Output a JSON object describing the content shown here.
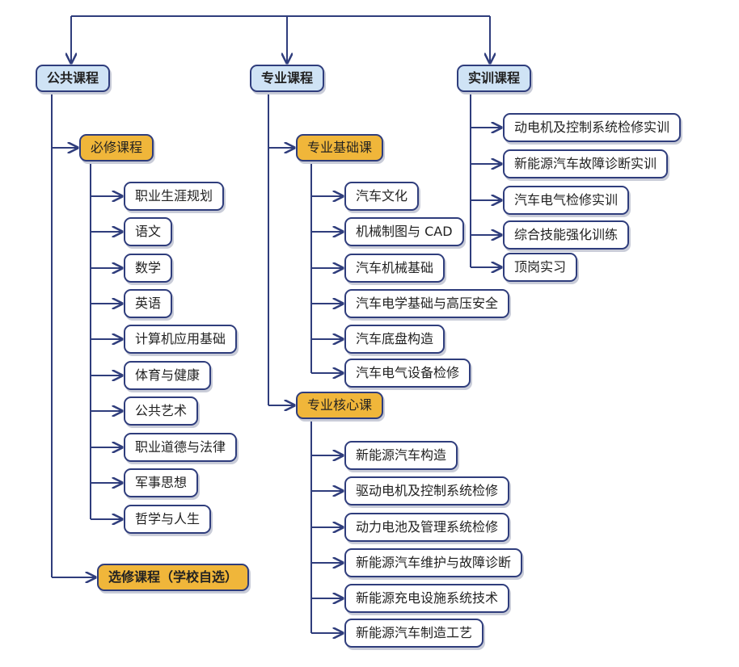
{
  "colors": {
    "line": "#2f3d7c",
    "root_fill": "#cfe3f5",
    "category_fill": "#f0b63a",
    "node_fill": "#ffffff"
  },
  "roots": {
    "public": "公共课程",
    "major": "专业课程",
    "practice": "实训课程"
  },
  "public": {
    "required": {
      "label": "必修课程",
      "items": [
        "职业生涯规划",
        "语文",
        "数学",
        "英语",
        "计算机应用基础",
        "体育与健康",
        "公共艺术",
        "职业道德与法律",
        "军事思想",
        "哲学与人生"
      ]
    },
    "elective": {
      "label": "选修课程（学校自选）"
    }
  },
  "major": {
    "basic": {
      "label": "专业基础课",
      "items": [
        "汽车文化",
        "机械制图与 CAD",
        "汽车机械基础",
        "汽车电学基础与高压安全",
        "汽车底盘构造",
        "汽车电气设备检修"
      ]
    },
    "core": {
      "label": "专业核心课",
      "items": [
        "新能源汽车构造",
        "驱动电机及控制系统检修",
        "动力电池及管理系统检修",
        "新能源汽车维护与故障诊断",
        "新能源充电设施系统技术",
        "新能源汽车制造工艺"
      ]
    }
  },
  "practice": {
    "items": [
      "动电机及控制系统检修实训",
      "新能源汽车故障诊断实训",
      "汽车电气检修实训",
      "综合技能强化训练",
      "顶岗实习"
    ]
  }
}
